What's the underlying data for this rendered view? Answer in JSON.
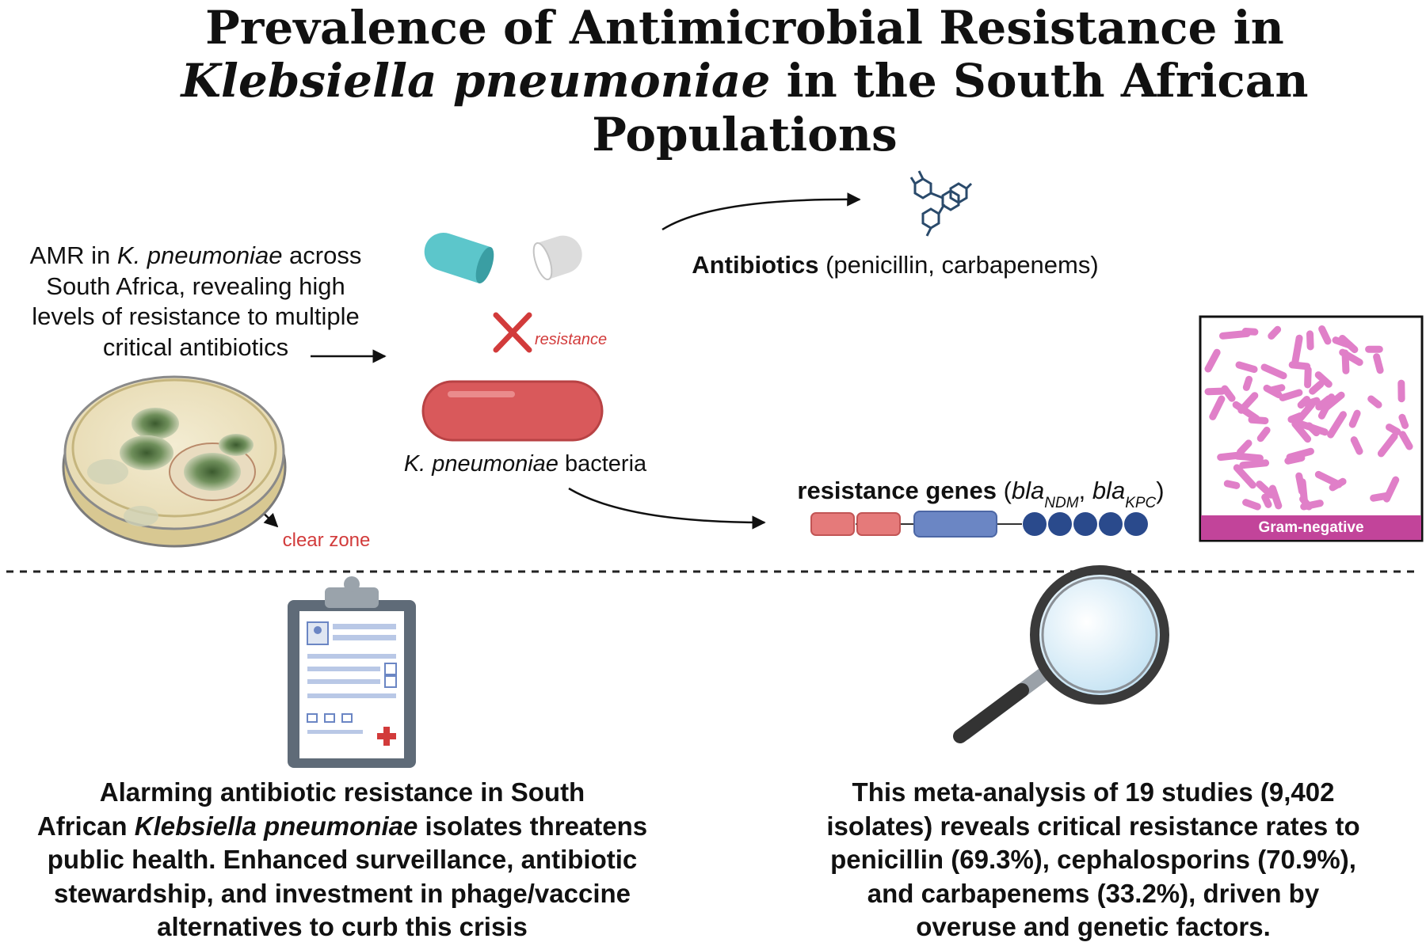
{
  "title": {
    "line1": "Prevalence of Antimicrobial Resistance in",
    "line2_italic": "Klebsiella pneumoniae",
    "line2_rest": " in the South African",
    "line3": "Populations"
  },
  "intro": {
    "line1_a": "AMR in ",
    "line1_italic": "K. pneumoniae",
    "line1_b": " across",
    "line2": "South Africa, revealing high",
    "line3": "levels of resistance to multiple",
    "line4": "critical antibiotics"
  },
  "labels": {
    "resistance": "resistance",
    "bacteria_italic": "K. pneumoniae",
    "bacteria_rest": " bacteria",
    "clear_zone": "clear zone",
    "antibiotics_bold": "Antibiotics",
    "antibiotics_rest": " (penicillin, carbapenems)",
    "genes_bold": "resistance genes",
    "genes_open": " (",
    "gene1_base": "bla",
    "gene1_sub": "NDM",
    "gene_sep": ", ",
    "gene2_base": "bla",
    "gene2_sub": "KPC",
    "genes_close": ")",
    "gram_negative": "Gram-negative"
  },
  "left_summary": {
    "line1": "Alarming antibiotic resistance in South",
    "line2_a": "African ",
    "line2_italic": "Klebsiella pneumoniae",
    "line2_b": " isolates threatens",
    "line3": "public health. Enhanced surveillance, antibiotic",
    "line4": "stewardship, and investment in phage/vaccine",
    "line5": "alternatives to curb this crisis"
  },
  "right_summary": {
    "line1": "This meta-analysis of 19 studies (9,402",
    "line2": "isolates) reveals critical resistance rates to",
    "line3": "penicillin (69.3%), cephalosporins (70.9%),",
    "line4": "and carbapenems (33.2%), driven by",
    "line5": "overuse and genetic factors."
  },
  "icons": {
    "capsule": "capsule-icon",
    "cross": "cross-icon",
    "bacterium": "bacterium-icon",
    "petri_dish": "petri-dish-icon",
    "molecule": "molecule-icon",
    "gene_construct": "gene-construct-icon",
    "micrograph": "gram-stain-micrograph",
    "clipboard": "clipboard-icon",
    "magnifier": "magnifying-glass-icon"
  },
  "colors": {
    "bacterium": "#d9595b",
    "capsule_teal": "#5cc6cb",
    "capsule_grey": "#d9d9d9",
    "cross": "#d23b3b",
    "gram_bar": "#c2449a",
    "gene_red": "#e57a7a",
    "gene_blue": "#6b86c4",
    "gene_dark": "#2a4a8c"
  }
}
